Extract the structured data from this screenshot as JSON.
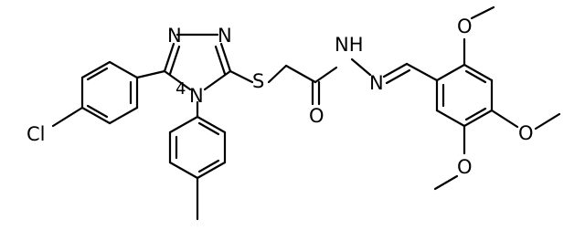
{
  "structure": {
    "atoms": {
      "cl": "Cl",
      "n_ring_1": "N",
      "n_ring_2": "N",
      "n_ring_3": "N",
      "n_ring_4": "4",
      "s": "S",
      "o_carbonyl": "O",
      "nh": "NH",
      "nh_h": "H",
      "n_imine": "N",
      "o_methoxy_1": "O",
      "o_methoxy_2": "O",
      "o_methoxy_3": "O"
    }
  }
}
